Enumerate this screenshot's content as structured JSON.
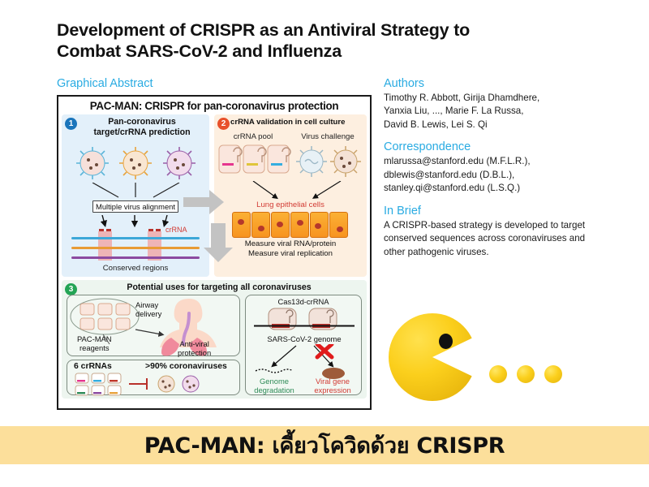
{
  "page": {
    "title": "Development of CRISPR as an Antiviral Strategy to Combat SARS-CoV-2 and Influenza",
    "title_line1": "Development of CRISPR as an Antiviral Strategy to",
    "title_line2": "Combat SARS-CoV-2 and Influenza",
    "accent_blue": "#29ABE2",
    "banner_bg": "#FCDF9B",
    "pacman_yellow": "#FBCF1C"
  },
  "left": {
    "graphical_abstract_heading": "Graphical Abstract"
  },
  "figure": {
    "title": "PAC-MAN: CRISPR for pan-coronavirus protection",
    "panel1": {
      "badge": "1",
      "title_line1": "Pan-coronavirus",
      "title_line2": "target/crRNA prediction",
      "alignment_box": "Multiple virus alignment",
      "crrna_label": "crRNA",
      "conserved_label": "Conserved regions"
    },
    "panel2": {
      "badge": "2",
      "title": "crRNA validation in cell culture",
      "crrna_pool_label": "crRNA pool",
      "virus_challenge_label": "Virus challenge",
      "cells_label": "Lung epithelial cells",
      "measure_line1": "Measure viral RNA/protein",
      "measure_line2": "Measure viral replication"
    },
    "panel3": {
      "badge": "3",
      "title": "Potential uses for targeting all coronaviruses",
      "airway_line1": "Airway",
      "airway_line2": "delivery",
      "reagents_line1": "PAC-MAN",
      "reagents_line2": "reagents",
      "antiviral_line1": "Anti-viral",
      "antiviral_line2": "protection",
      "crrna_count": "6 crRNAs",
      "coverage": ">90% coronaviruses",
      "cas13d_label": "Cas13d-crRNA",
      "genome_label": "SARS-CoV-2 genome",
      "degradation_line1": "Genome",
      "degradation_line2": "degradation",
      "expression_line1": "Viral gene",
      "expression_line2": "expression"
    }
  },
  "right": {
    "authors_heading": "Authors",
    "authors_lines": [
      "Timothy R. Abbott, Girija Dhamdhere,",
      "Yanxia Liu, ..., Marie F. La Russa,",
      "David B. Lewis, Lei S. Qi"
    ],
    "correspondence_heading": "Correspondence",
    "correspondence_lines": [
      "mlarussa@stanford.edu (M.F.L.R.),",
      "dblewis@stanford.edu (D.B.L.),",
      "stanley.qi@stanford.edu (L.S.Q.)"
    ],
    "in_brief_heading": "In Brief",
    "in_brief_text": "A CRISPR-based strategy is developed to target conserved sequences across coronaviruses and other pathogenic viruses."
  },
  "banner": {
    "text": "PAC-MAN: เคี้ยวโควิดด้วย CRISPR"
  }
}
